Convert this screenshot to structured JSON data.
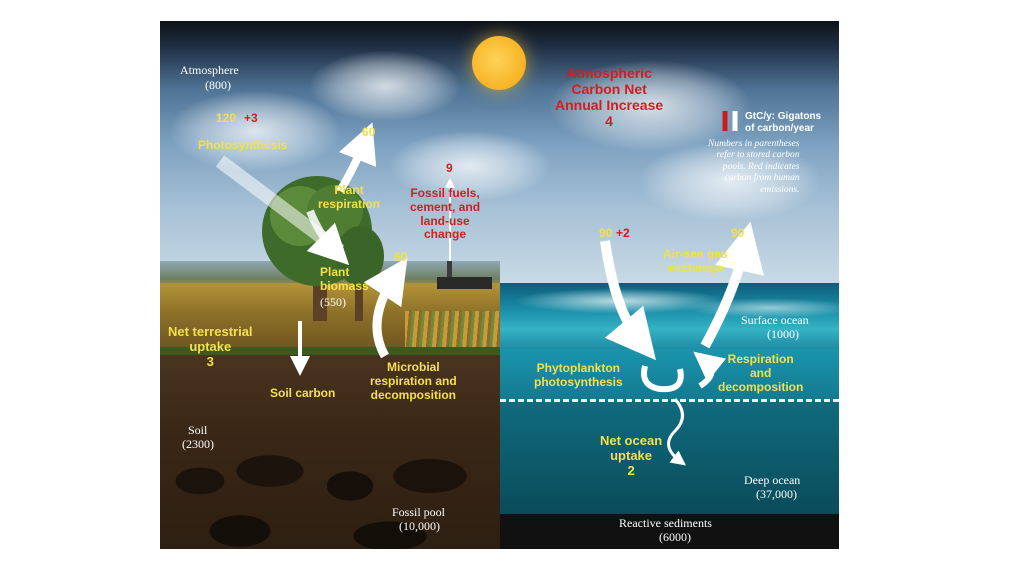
{
  "atmosphere": {
    "label": "Atmosphere",
    "pool": "(800)"
  },
  "photosynthesis": {
    "flux": "120",
    "human": "+3",
    "label": "Photosynthesis"
  },
  "plant_respiration": {
    "flux": "60",
    "label": "Plant\nrespiration"
  },
  "plant_biomass": {
    "label": "Plant\nbiomass",
    "pool": "(550)"
  },
  "microbial": {
    "flux": "60",
    "label": "Microbial\nrespiration and\ndecomposition"
  },
  "fossil_fuels": {
    "flux": "9",
    "label": "Fossil fuels,\ncement, and\nland-use\nchange"
  },
  "net_terrestrial": {
    "label": "Net terrestrial\nuptake\n3"
  },
  "soil_carbon": {
    "label": "Soil carbon"
  },
  "soil": {
    "label": "Soil",
    "pool": "(2300)"
  },
  "fossil_pool": {
    "label": "Fossil pool",
    "pool": "(10,000)"
  },
  "atm_increase": {
    "label": "Atmospheric\nCarbon Net\nAnnual Increase\n4"
  },
  "legend": {
    "units": "GtC/y: Gigatons\nof carbon/year",
    "note": "Numbers in parentheses\nrefer to stored carbon\npools. Red indicates\ncarbon from human\nemissions."
  },
  "air_sea": {
    "flux_in": "90",
    "human": "+2",
    "flux_out": "90",
    "label": "Air-sea gas\nexchange"
  },
  "surface_ocean": {
    "label": "Surface ocean",
    "pool": "(1000)"
  },
  "phytoplankton": {
    "label": "Phytoplankton\nphotosynthesis"
  },
  "respiration_ocean": {
    "label": "Respiration\nand\ndecomposition"
  },
  "net_ocean": {
    "label": "Net ocean\nuptake\n2"
  },
  "deep_ocean": {
    "label": "Deep ocean",
    "pool": "(37,000)"
  },
  "sediments": {
    "label": "Reactive sediments",
    "pool": "(6000)"
  },
  "colors": {
    "label_yellow": "#f3e04c",
    "human_red": "#d21e1e",
    "arrow_white": "#ffffff"
  }
}
